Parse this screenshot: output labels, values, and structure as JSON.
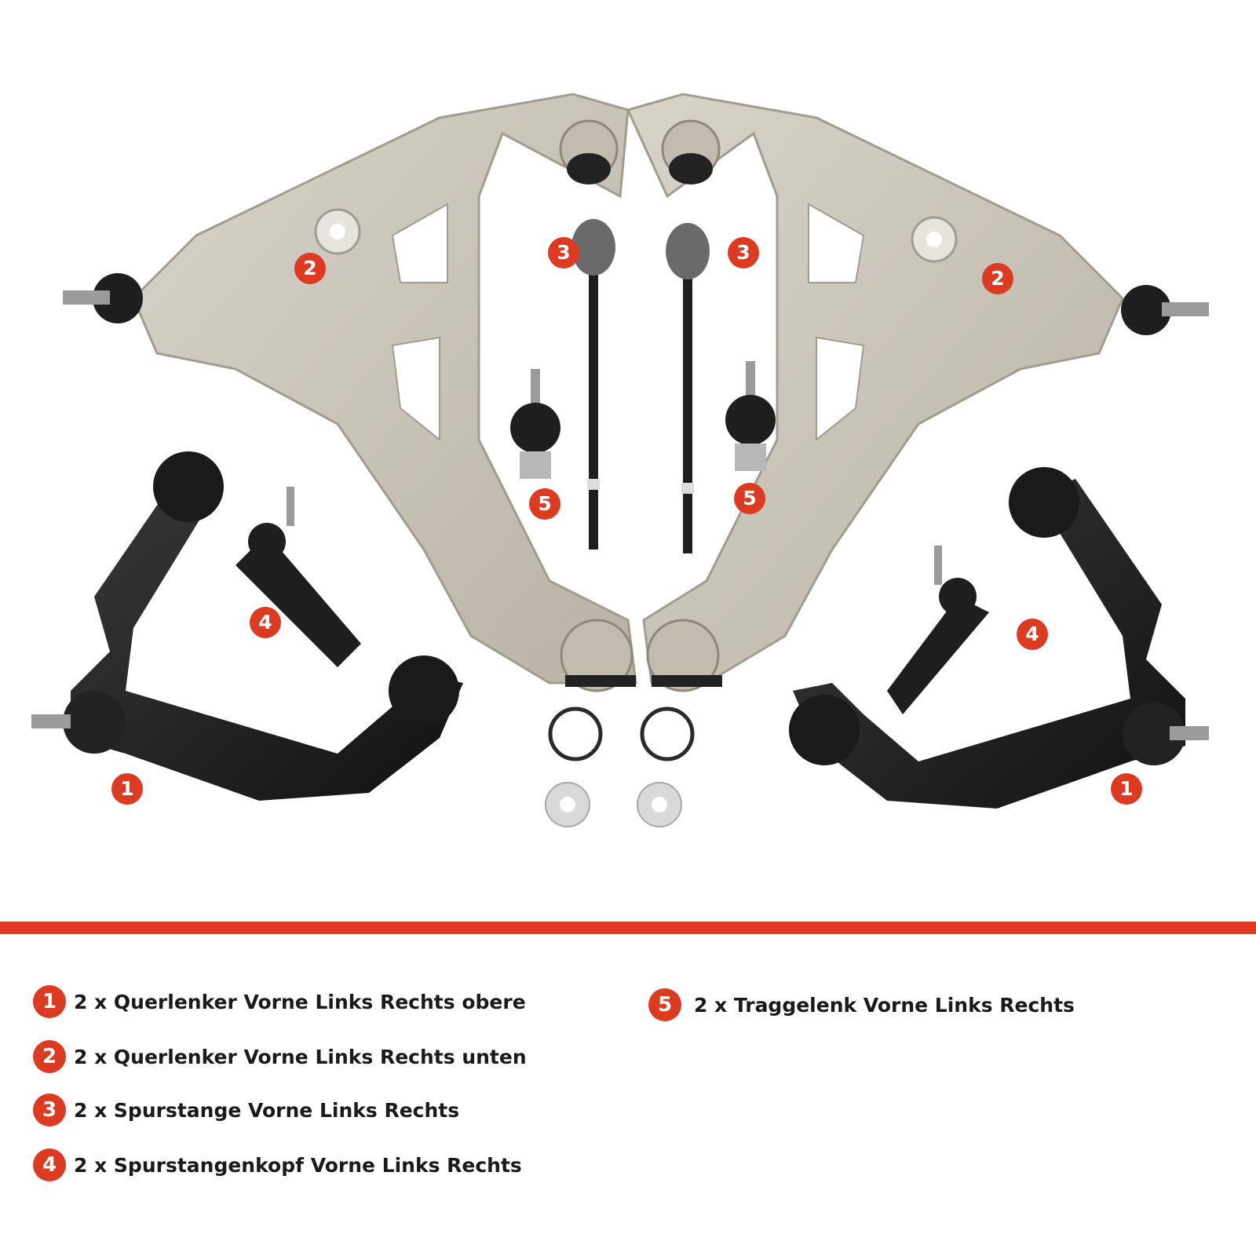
{
  "colors": {
    "accent": "#e03a24",
    "silver_part": "#c9c4b8",
    "black_part": "#1f1f1f"
  },
  "badges": [
    "1",
    "2",
    "3",
    "4",
    "5"
  ],
  "legend": [
    {
      "num": "1",
      "text": "2 x Querlenker Vorne Links Rechts obere"
    },
    {
      "num": "2",
      "text": "2 x Querlenker Vorne Links Rechts unten"
    },
    {
      "num": "3",
      "text": "2 x Spurstange Vorne Links Rechts"
    },
    {
      "num": "4",
      "text": "2 x Spurstangenkopf Vorne Links Rechts"
    },
    {
      "num": "5",
      "text": "2 x Traggelenk Vorne Links Rechts"
    }
  ]
}
